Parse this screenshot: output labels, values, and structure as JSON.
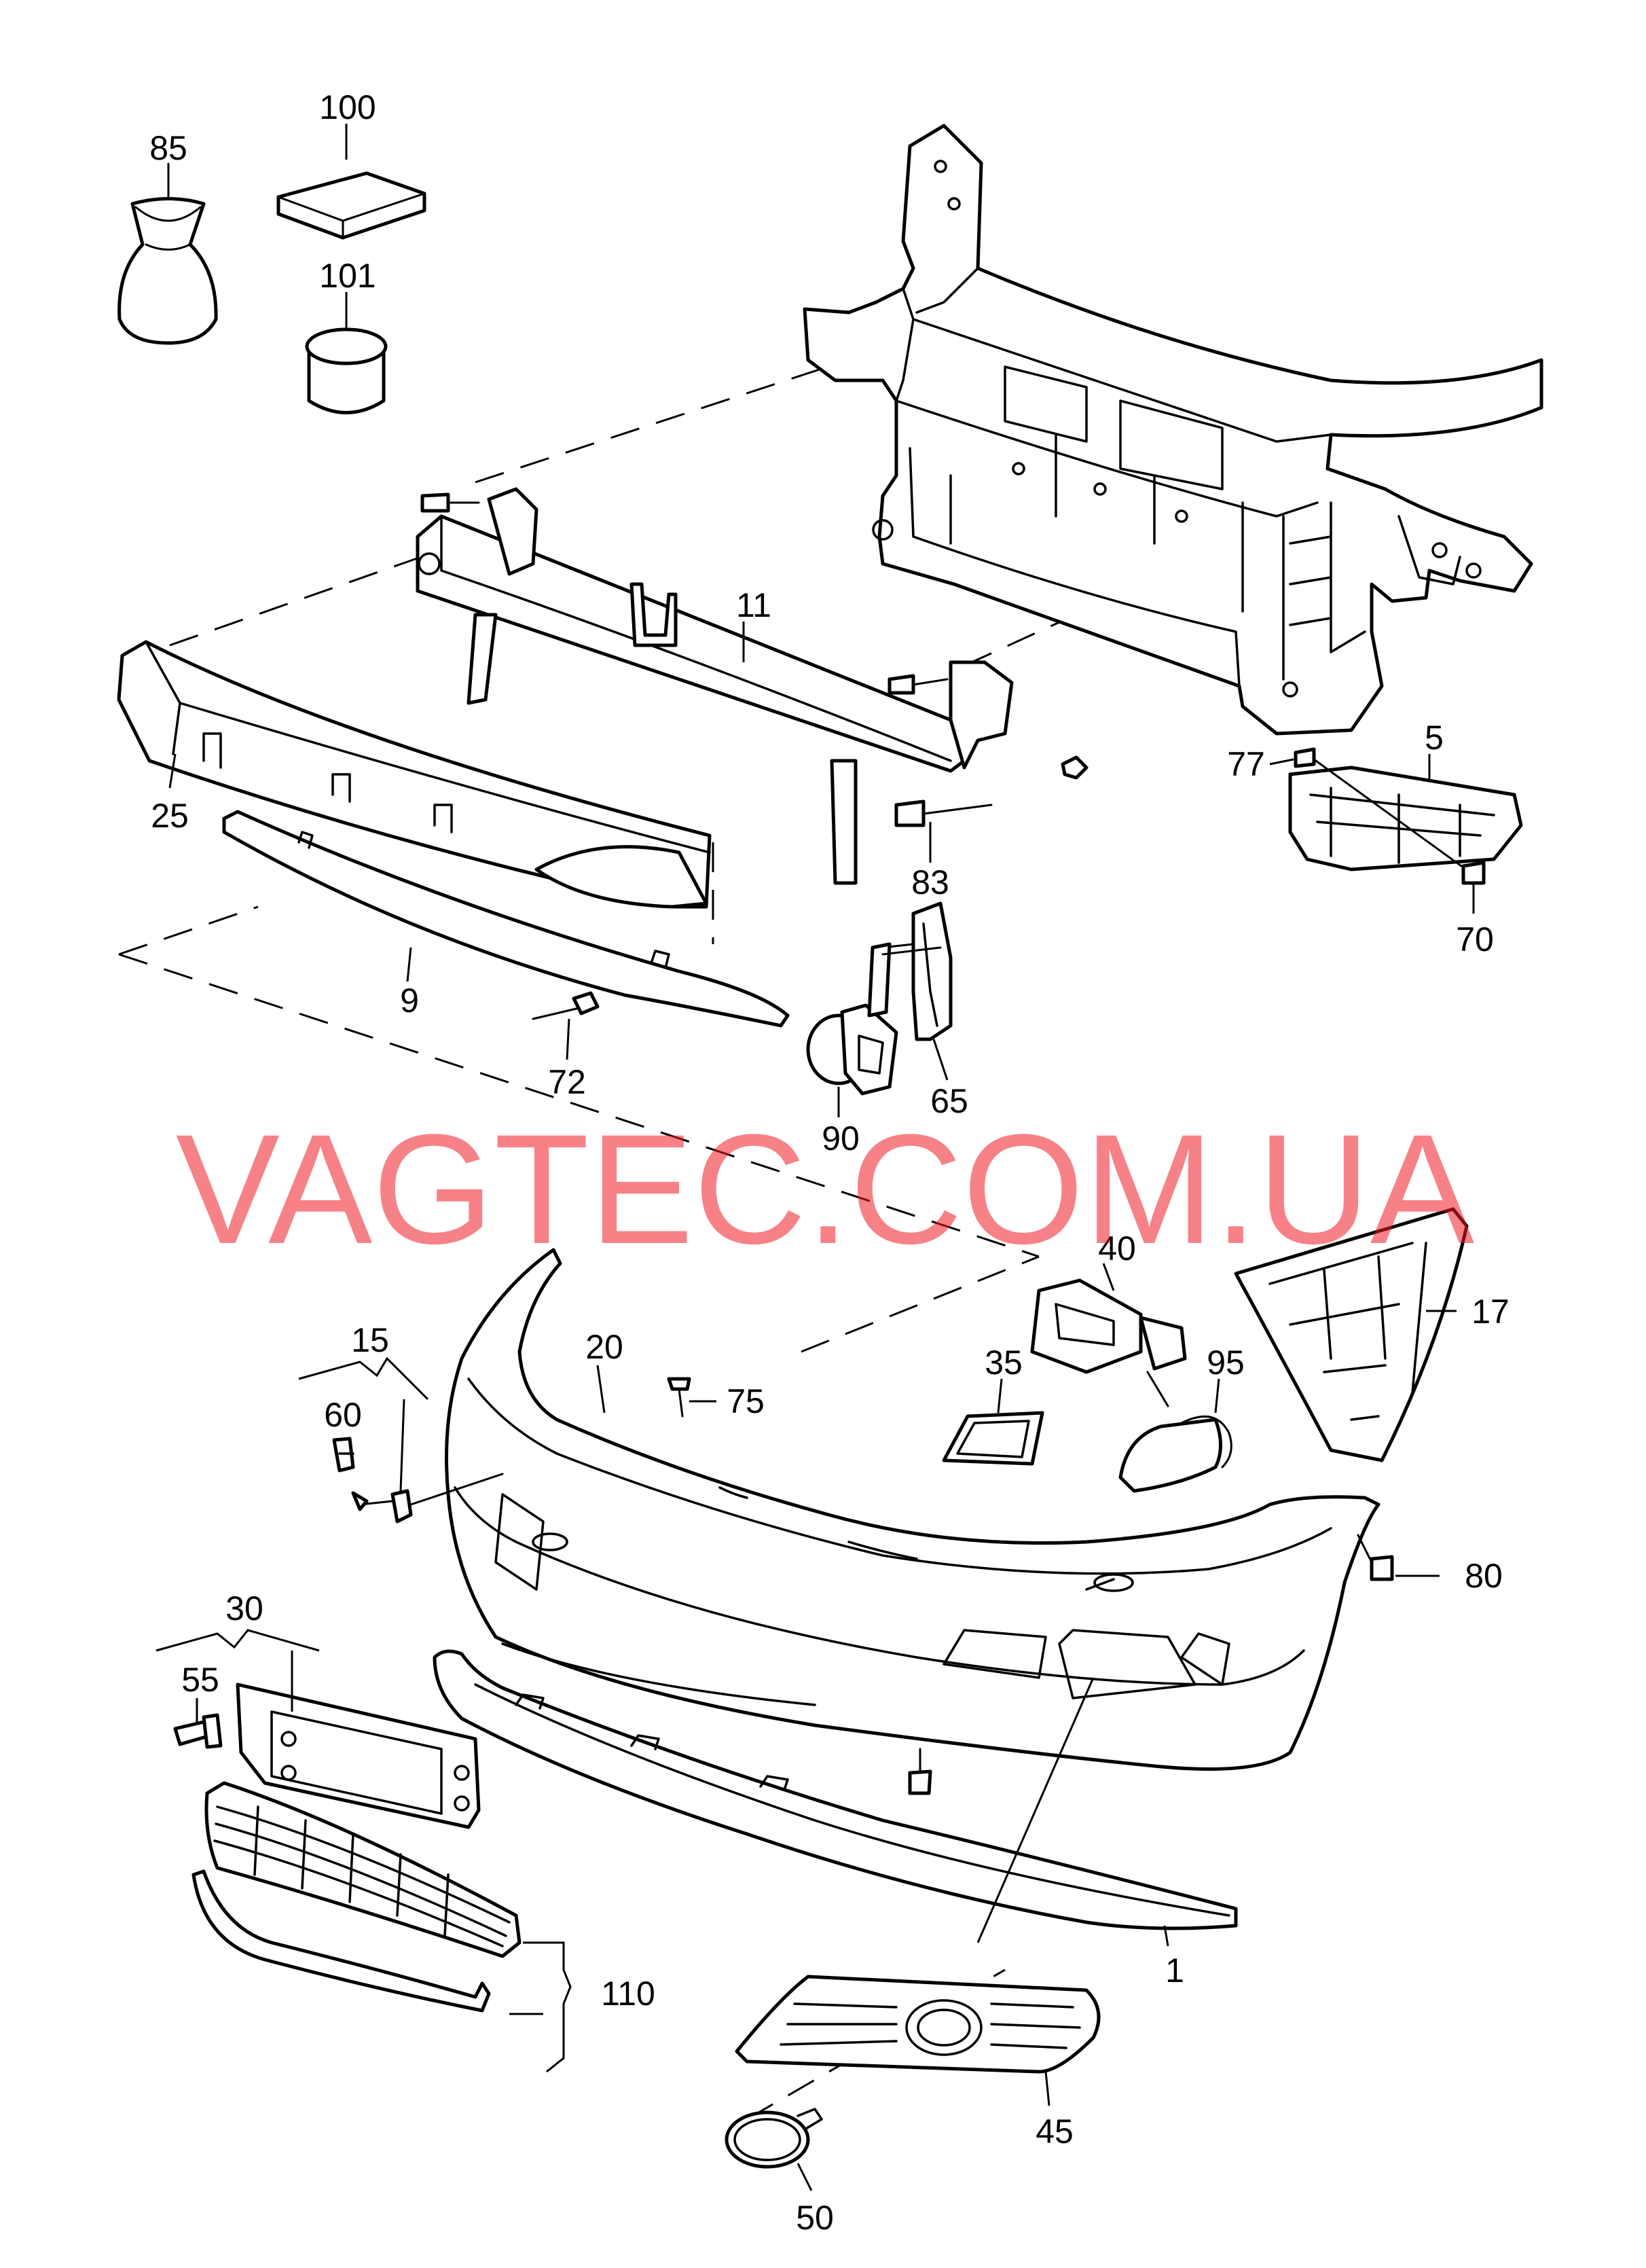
{
  "watermark": "VAGTEC.COM.UA",
  "watermark_color": "#ee1c24",
  "callouts": {
    "c85": "85",
    "c100": "100",
    "c101": "101",
    "c11": "11",
    "c25": "25",
    "c9": "9",
    "c72": "72",
    "c83": "83",
    "c90": "90",
    "c65": "65",
    "c77": "77",
    "c5": "5",
    "c70": "70",
    "c40": "40",
    "c17": "17",
    "c20": "20",
    "c35": "35",
    "c95": "95",
    "c75": "75",
    "c15": "15",
    "c60": "60",
    "c80": "80",
    "c30": "30",
    "c55": "55",
    "c110": "110",
    "c1": "1",
    "c45": "45",
    "c50": "50"
  }
}
